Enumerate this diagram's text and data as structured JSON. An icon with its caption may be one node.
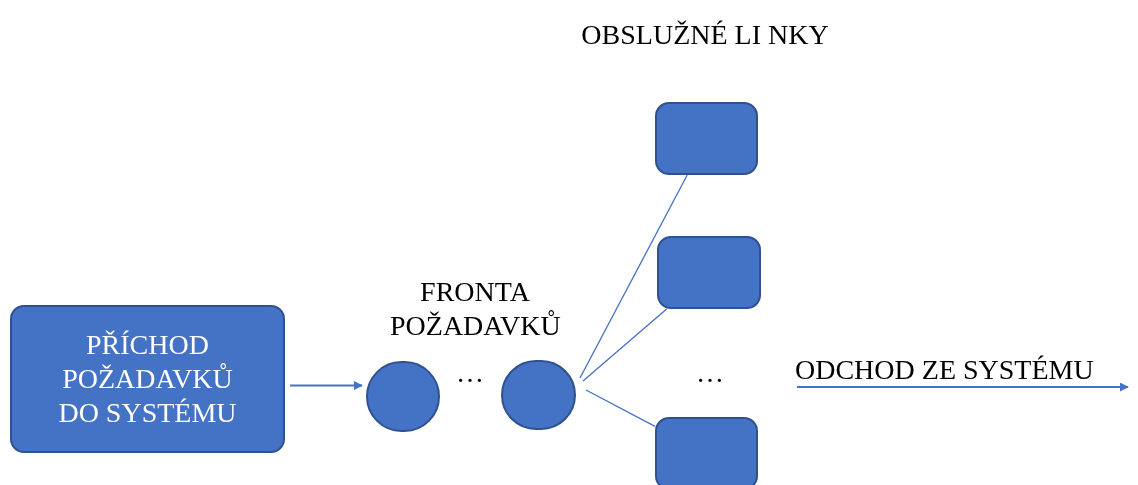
{
  "diagram": {
    "nodes": [
      {
        "text": [
          "PŘÍCHOD POŽADAVKŮ DO SYSTÉMU"
        ]
      },
      {
        "text": [],
        "shape": "circle"
      },
      {
        "text": [],
        "shape": "circle"
      },
      {
        "text": [],
        "shape": "box"
      },
      {
        "text": [],
        "shape": "box"
      },
      {
        "text": [],
        "shape": "box"
      }
    ],
    "edges": [
      {
        "from": 0,
        "to": 1,
        "arrow": "to"
      },
      {
        "from": 2,
        "to": 3,
        "arrow": "none"
      },
      {
        "from": 2,
        "to": 4,
        "arrow": "none"
      },
      {
        "from": 2,
        "to": 5,
        "arrow": "none"
      }
    ],
    "labels": [
      "OBSLUŽNÉ LI NKY",
      "FRONTA POŽADAVKŮ",
      "…",
      "…",
      "ODCHOD ZE SYSTÉMU"
    ]
  }
}
